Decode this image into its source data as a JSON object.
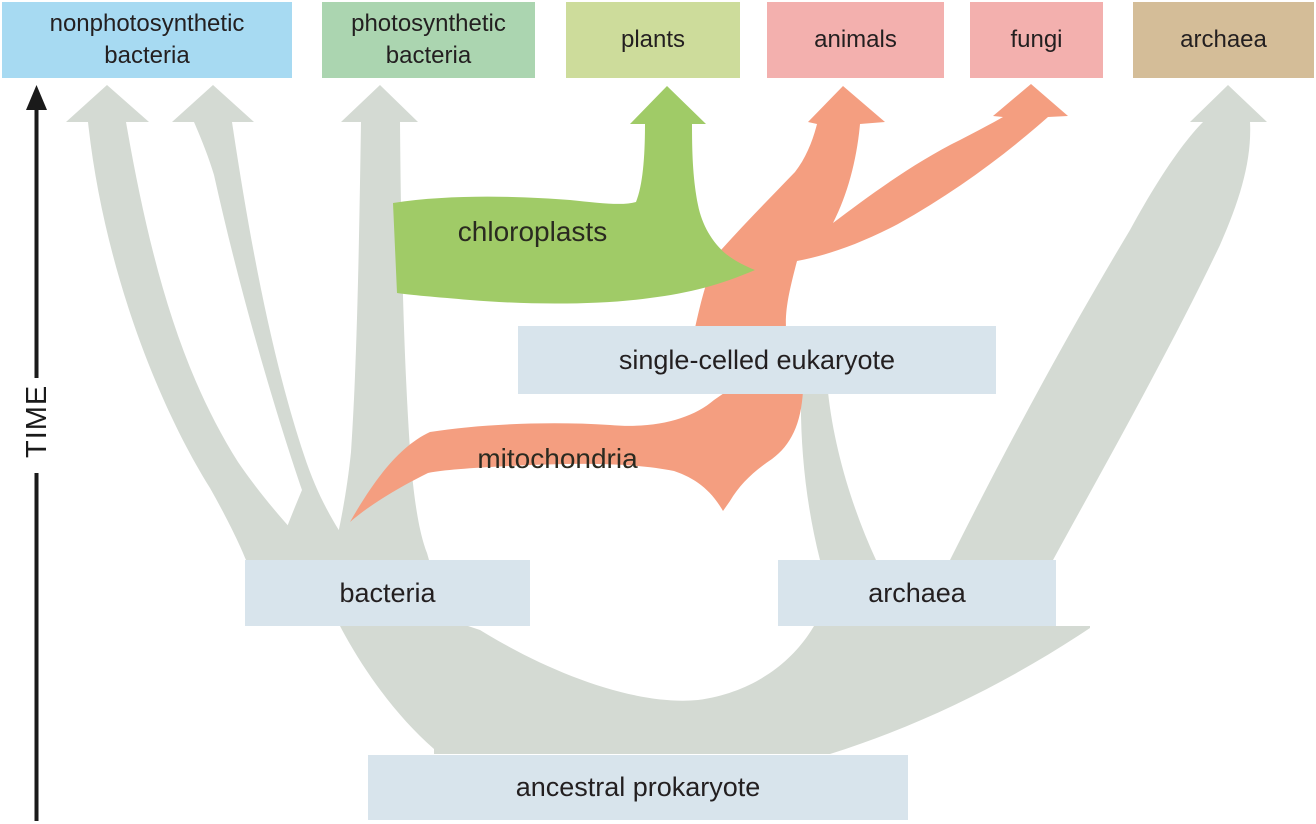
{
  "figure": {
    "axis_label": "TIME",
    "terminal_boxes": [
      {
        "label": "nonphotosynthetic bacteria",
        "color": "#a7daf2"
      },
      {
        "label": "photosynthetic bacteria",
        "color": "#abd5b0"
      },
      {
        "label": "plants",
        "color": "#cddc9b"
      },
      {
        "label": "animals",
        "color": "#f3b0ae"
      },
      {
        "label": "fungi",
        "color": "#f3b0ae"
      },
      {
        "label": "archaea",
        "color": "#d4bd98"
      }
    ],
    "internal_nodes": [
      {
        "label": "single-celled eukaryote"
      },
      {
        "label": "bacteria"
      },
      {
        "label": "archaea"
      },
      {
        "label": "ancestral prokaryote"
      }
    ],
    "endosymbiosis_ribbons": [
      {
        "label": "chloroplasts",
        "color": "#a0cb67"
      },
      {
        "label": "mitochondria",
        "color": "#f49e80"
      }
    ],
    "colors": {
      "lineage_gray": "#d4dad3",
      "eukaryote_salmon": "#f49e80",
      "chloroplast_green": "#a0cb67",
      "node_box_blue": "#d8e4ec",
      "axis_black": "#1a1a1a",
      "text": "#231f20"
    }
  }
}
